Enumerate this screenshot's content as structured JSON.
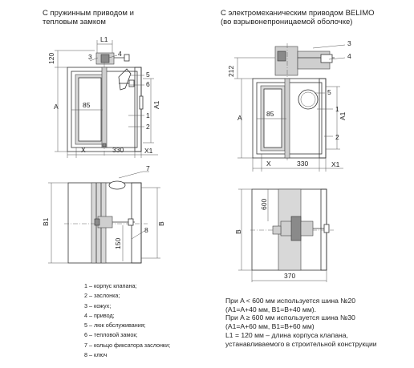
{
  "left": {
    "title_line1": "С пружинным приводом и",
    "title_line2": "тепловым замком",
    "dims": {
      "top_height": "120",
      "a": "A",
      "a1": "A1",
      "l1": "L1",
      "d85": "85",
      "x": "X",
      "width": "330",
      "x1": "X1",
      "b1": "B1",
      "b": "B",
      "d150": "150"
    },
    "callouts": [
      "1",
      "2",
      "3",
      "4",
      "5",
      "6",
      "7",
      "8"
    ]
  },
  "right": {
    "title_line1": "С электромеханическим приводом BELIMO",
    "title_line2": "(во взрывонепроницаемой оболочке)",
    "dims": {
      "top_height": "212",
      "a": "A",
      "a1": "A1",
      "d85": "85",
      "x": "X",
      "width": "330",
      "x1": "X1",
      "d600": "600",
      "b": "B",
      "bottom_width": "370"
    },
    "callouts": [
      "1",
      "2",
      "3",
      "4",
      "5"
    ]
  },
  "legend": [
    "1 – корпус клапана;",
    "2 – заслонка;",
    "3 – кожух;",
    "4 – привод;",
    "5 – люк обслуживания;",
    "6 – тепловой замок;",
    "7 – кольцо фиксатора заслонки;",
    "8 – ключ"
  ],
  "notes": [
    "При A < 600 мм используется шина №20",
    "(A1=A+40 мм, B1=B+40 мм).",
    "При A ≥ 600 мм используется шина №30",
    "(A1=A+60 мм, B1=B+60 мм)",
    "L1 = 120 мм – длина корпуса клапана,",
    "устанавливаемого в строительной конструкции"
  ]
}
